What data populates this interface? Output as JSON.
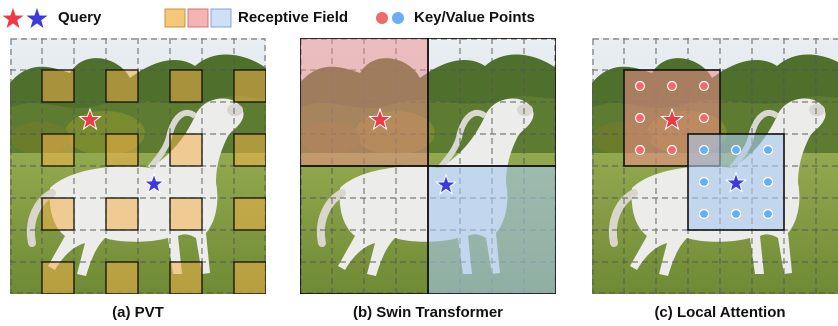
{
  "legend": {
    "query_label": "Query",
    "receptive_field_label": "Receptive Field",
    "key_value_label": "Key/Value Points"
  },
  "colors": {
    "red": "#ee3a45",
    "blue": "#3a3ae0",
    "receptive_orange": "#f2b14a",
    "receptive_red": "#f08b8b",
    "receptive_blue": "#a6c8ee",
    "key_red": "#f06a6a",
    "value_blue": "#6aaef0",
    "sky": "#dfe7ef",
    "trees": "#4f6f2c",
    "grass": "#8aa24a",
    "horse": "#efefef"
  },
  "panels": [
    {
      "caption": "(a) PVT"
    },
    {
      "caption": "(b) Swin Transformer"
    },
    {
      "caption": "(c) Local Attention"
    }
  ]
}
